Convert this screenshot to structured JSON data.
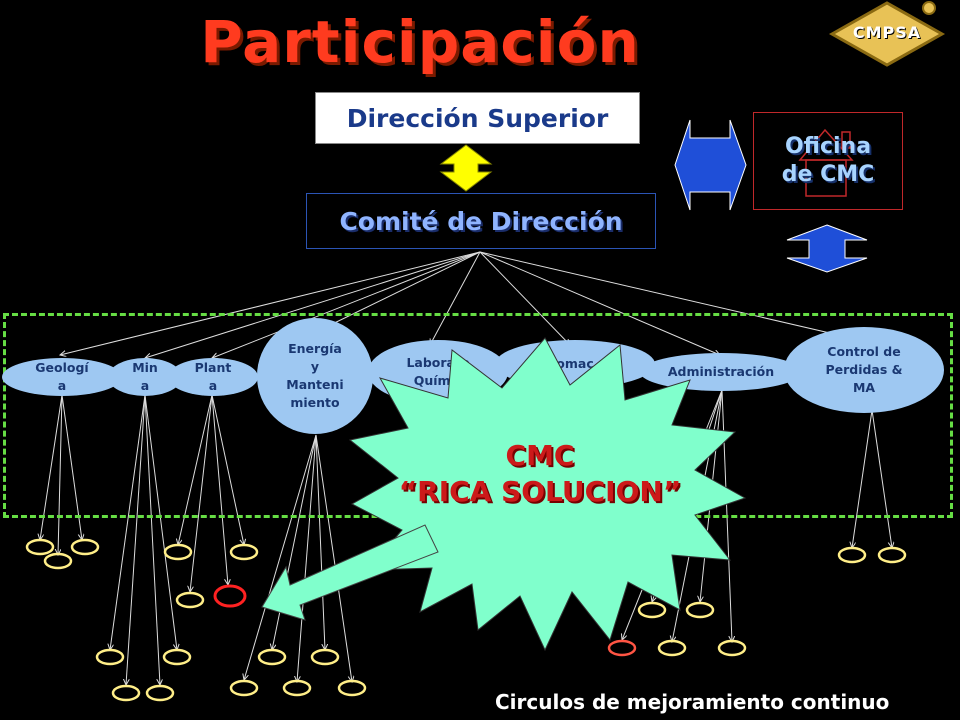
{
  "title": "Participación",
  "logo": {
    "text": "CMPSA",
    "icon": "cmpsa-logo-icon"
  },
  "direccion_superior": "Dirección Superior",
  "comite": "Comité de Dirección",
  "oficina": {
    "line1": "Oficina",
    "line2": "de CMC",
    "icon": "house-icon"
  },
  "areas": [
    {
      "id": "geologia",
      "l1": "Geologí",
      "l2": "a"
    },
    {
      "id": "mina",
      "l1": "Min",
      "l2": "a"
    },
    {
      "id": "planta",
      "l1": "Plant",
      "l2": "a"
    },
    {
      "id": "energia",
      "l1": "Energía",
      "l2": "y",
      "l3": "Manteni",
      "l4": "miento"
    },
    {
      "id": "laboratorio",
      "l1": "Laborato",
      "l2": "Químic"
    },
    {
      "id": "informatica",
      "l1": "omac"
    },
    {
      "id": "administracion",
      "l1": "Administración"
    },
    {
      "id": "control",
      "l1": "Control de",
      "l2": "Perdidas &",
      "l3": "MA"
    }
  ],
  "cmc": {
    "line1": "CMC",
    "line2": "“RICA SOLUCION”"
  },
  "footer": "Circulos de mejoramiento continuo",
  "colors": {
    "title": "#ff3b1f",
    "box_text": "#1a3a8a",
    "ellipse": "#9ec8f2",
    "starburst": "#80ffcc",
    "circle": "#ffee88",
    "highlight": "#ff2222",
    "dash": "#66dd44"
  }
}
